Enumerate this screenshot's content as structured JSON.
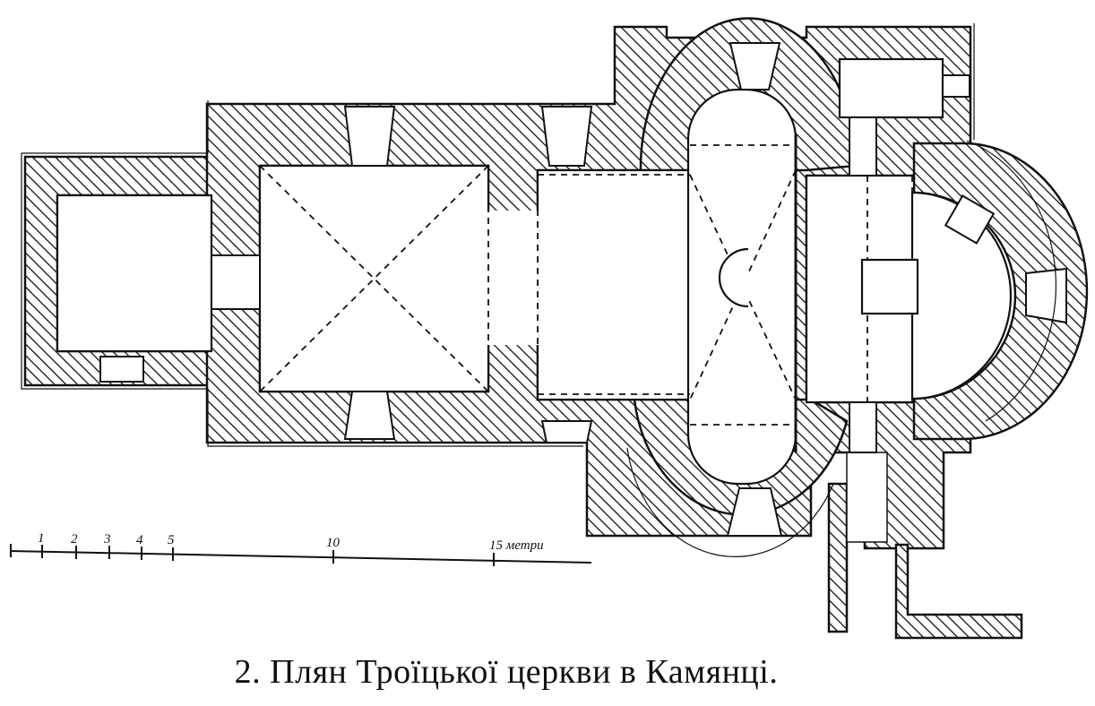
{
  "caption": "2. Плян Троїцької церкви в Камянці.",
  "scale_bar": {
    "ticks": [
      "1",
      "2",
      "3",
      "4",
      "5",
      "10",
      "15 метри"
    ]
  },
  "colors": {
    "ink": "#111111",
    "paper": "#ffffff"
  }
}
